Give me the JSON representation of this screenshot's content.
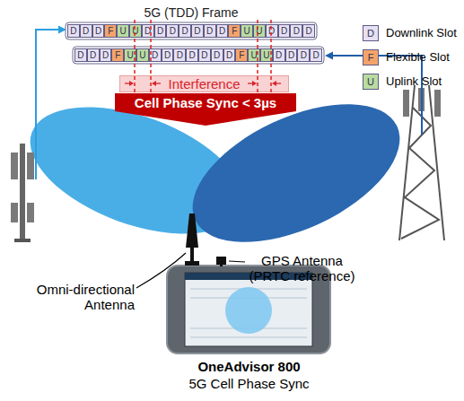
{
  "diagram": {
    "nodes": [
      {
        "text": [
          "D"
        ]
      },
      {
        "text": [
          "D"
        ]
      },
      {
        "text": [
          "D"
        ]
      },
      {
        "text": [
          "F"
        ]
      },
      {
        "text": [
          "U"
        ]
      },
      {
        "text": [
          "U"
        ]
      },
      {
        "text": [
          "D"
        ]
      },
      {
        "text": [
          "D"
        ]
      },
      {
        "text": [
          "D"
        ]
      },
      {
        "text": [
          "D"
        ]
      },
      {
        "text": [
          "D"
        ]
      },
      {
        "text": [
          "D"
        ]
      },
      {
        "text": [
          "D"
        ]
      },
      {
        "text": [
          "F"
        ]
      },
      {
        "text": [
          "U"
        ]
      },
      {
        "text": [
          "U"
        ]
      },
      {
        "text": [
          "D"
        ]
      },
      {
        "text": [
          "D"
        ]
      },
      {
        "text": [
          "D"
        ]
      },
      {
        "text": [
          "D"
        ]
      },
      {
        "text": [
          "D"
        ]
      },
      {
        "text": [
          "D"
        ]
      },
      {
        "text": [
          "D"
        ]
      },
      {
        "text": [
          "F"
        ]
      },
      {
        "text": [
          "U"
        ]
      },
      {
        "text": [
          "U"
        ]
      },
      {
        "text": [
          "D"
        ]
      },
      {
        "text": [
          "D"
        ]
      },
      {
        "text": [
          "D"
        ]
      },
      {
        "text": [
          "D"
        ]
      },
      {
        "text": [
          "D"
        ]
      },
      {
        "text": [
          "D"
        ]
      },
      {
        "text": [
          "D"
        ]
      },
      {
        "text": [
          "F"
        ]
      },
      {
        "text": [
          "U"
        ]
      },
      {
        "text": [
          "U"
        ]
      },
      {
        "text": [
          "D"
        ]
      },
      {
        "text": [
          "D"
        ]
      },
      {
        "text": [
          "D"
        ]
      },
      {
        "text": [
          "D"
        ]
      },
      {
        "text": [
          "Interference"
        ]
      },
      {
        "text": [
          "Cell Phase Sync < 3µs"
        ]
      },
      {
        "text": [
          "OneAdvisor 800",
          "5G Cell Phase Sync"
        ]
      }
    ],
    "labels": [
      "5G (TDD) Frame",
      "D",
      "F",
      "U",
      "Omni-directional Antenna",
      "GPS Antenna (PRTC reference)"
    ],
    "legend": [
      {
        "text": "Downlink Slot",
        "color": "#e6e0f2"
      },
      {
        "text": "Flexible Slot",
        "color": "#f4a46a"
      },
      {
        "text": "Uplink Slot",
        "color": "#b9dca0"
      }
    ]
  }
}
